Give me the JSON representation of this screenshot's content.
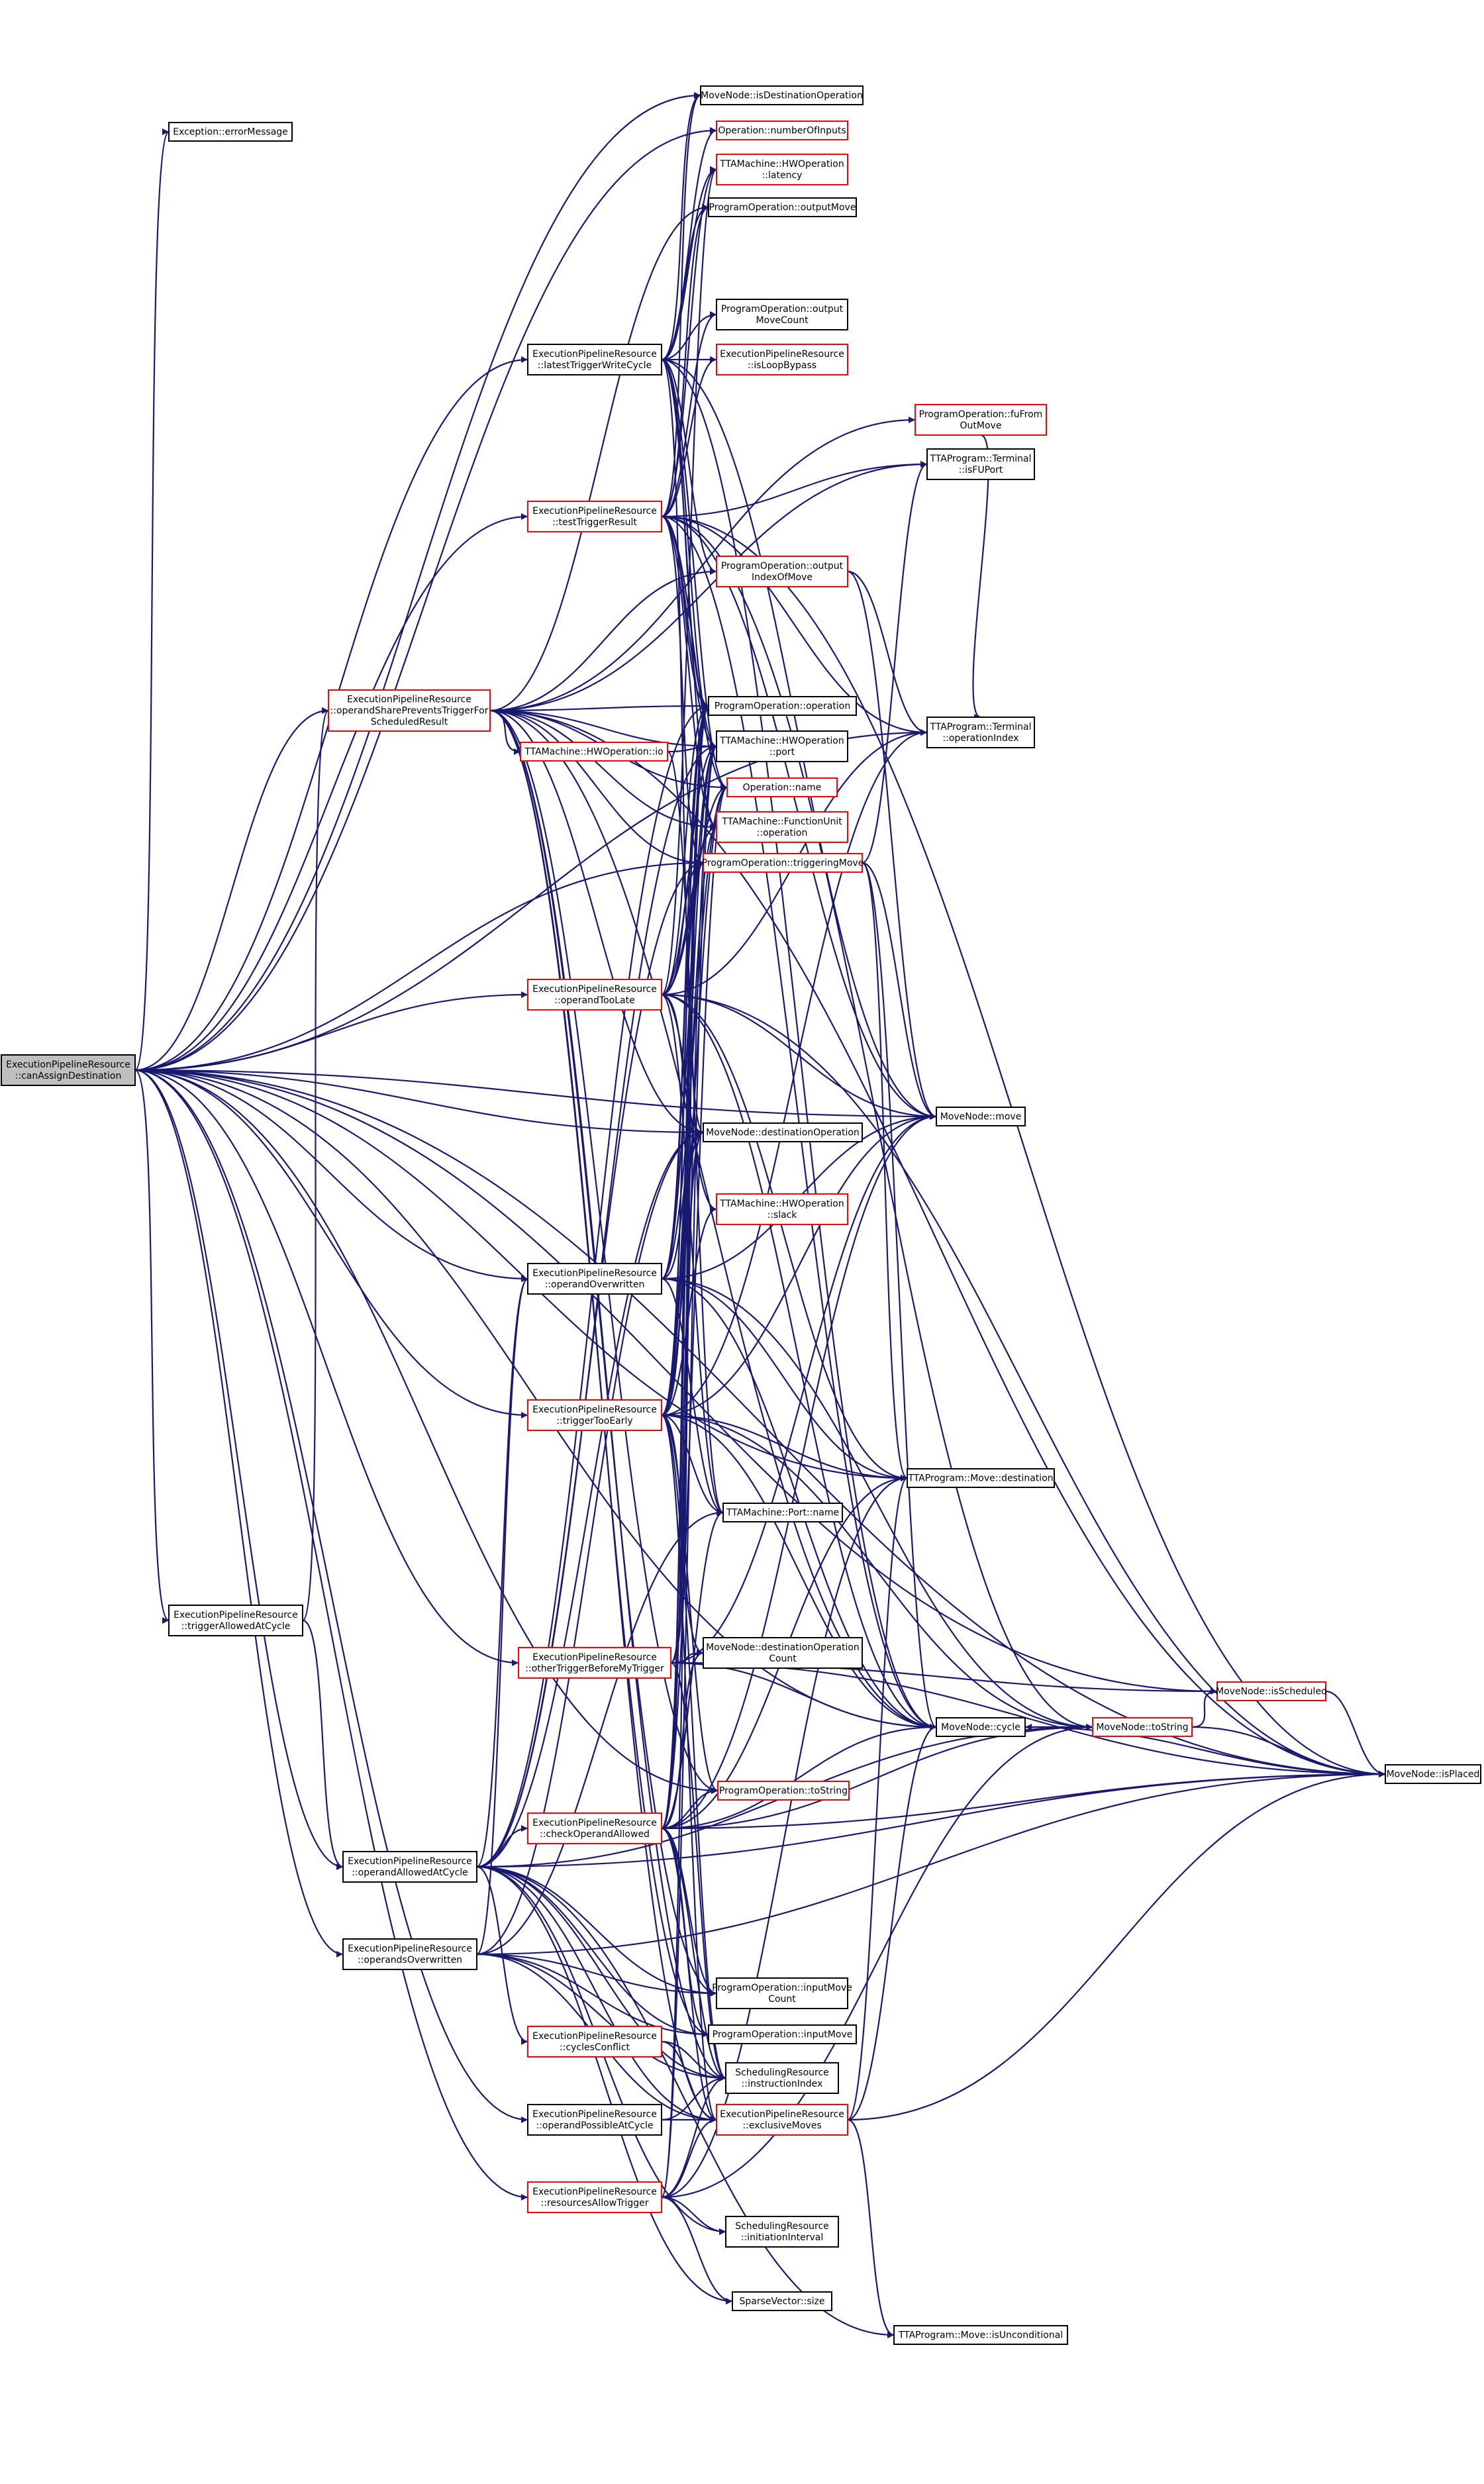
{
  "nodes": [
    {
      "id": "root",
      "color": "root",
      "lines": [
        "ExecutionPipelineResource",
        "::canAssignDestination"
      ]
    },
    {
      "id": "errorMessage",
      "color": "black",
      "lines": [
        "Exception::errorMessage"
      ]
    },
    {
      "id": "isDestinationOperation",
      "color": "black",
      "lines": [
        "MoveNode::isDestinationOperation"
      ]
    },
    {
      "id": "numberOfInputs",
      "color": "red",
      "lines": [
        "Operation::numberOfInputs"
      ]
    },
    {
      "id": "latency",
      "color": "red",
      "lines": [
        "TTAMachine::HWOperation",
        "::latency"
      ]
    },
    {
      "id": "outputMove",
      "color": "black",
      "lines": [
        "ProgramOperation::outputMove"
      ]
    },
    {
      "id": "outputMoveCount",
      "color": "black",
      "lines": [
        "ProgramOperation::output",
        "MoveCount"
      ]
    },
    {
      "id": "latestTriggerWriteCycle",
      "color": "black",
      "lines": [
        "ExecutionPipelineResource",
        "::latestTriggerWriteCycle"
      ]
    },
    {
      "id": "isLoopBypass",
      "color": "red",
      "lines": [
        "ExecutionPipelineResource",
        "::isLoopBypass"
      ]
    },
    {
      "id": "fuFromOutMove",
      "color": "red",
      "lines": [
        "ProgramOperation::fuFrom",
        "OutMove"
      ]
    },
    {
      "id": "isFUPort",
      "color": "black",
      "lines": [
        "TTAProgram::Terminal",
        "::isFUPort"
      ]
    },
    {
      "id": "testTriggerResult",
      "color": "red",
      "lines": [
        "ExecutionPipelineResource",
        "::testTriggerResult"
      ]
    },
    {
      "id": "outputIndexOfMove",
      "color": "red",
      "lines": [
        "ProgramOperation::output",
        "IndexOfMove"
      ]
    },
    {
      "id": "operation",
      "color": "black",
      "lines": [
        "ProgramOperation::operation"
      ]
    },
    {
      "id": "operationIndex",
      "color": "black",
      "lines": [
        "TTAProgram::Terminal",
        "::operationIndex"
      ]
    },
    {
      "id": "operandShares",
      "color": "red",
      "lines": [
        "ExecutionPipelineResource",
        "::operandSharePreventsTriggerFor",
        "ScheduledResult"
      ]
    },
    {
      "id": "hwio",
      "color": "red",
      "lines": [
        "TTAMachine::HWOperation::io"
      ]
    },
    {
      "id": "port",
      "color": "black",
      "lines": [
        "TTAMachine::HWOperation",
        "::port"
      ]
    },
    {
      "id": "opname",
      "color": "red",
      "lines": [
        "Operation::name"
      ]
    },
    {
      "id": "fuoperation",
      "color": "red",
      "lines": [
        "TTAMachine::FunctionUnit",
        "::operation"
      ]
    },
    {
      "id": "triggeringMove",
      "color": "red",
      "lines": [
        "ProgramOperation::triggeringMove"
      ]
    },
    {
      "id": "operandTooLate",
      "color": "red",
      "lines": [
        "ExecutionPipelineResource",
        "::operandTooLate"
      ]
    },
    {
      "id": "move",
      "color": "black",
      "lines": [
        "MoveNode::move"
      ]
    },
    {
      "id": "destinationOperation",
      "color": "black",
      "lines": [
        "MoveNode::destinationOperation"
      ]
    },
    {
      "id": "slack",
      "color": "red",
      "lines": [
        "TTAMachine::HWOperation",
        "::slack"
      ]
    },
    {
      "id": "operandOverwritten",
      "color": "black",
      "lines": [
        "ExecutionPipelineResource",
        "::operandOverwritten"
      ]
    },
    {
      "id": "triggerTooEarly",
      "color": "red",
      "lines": [
        "ExecutionPipelineResource",
        "::triggerTooEarly"
      ]
    },
    {
      "id": "destination",
      "color": "black",
      "lines": [
        "TTAProgram::Move::destination"
      ]
    },
    {
      "id": "portname",
      "color": "black",
      "lines": [
        "TTAMachine::Port::name"
      ]
    },
    {
      "id": "triggerAllowedAtCycle",
      "color": "black",
      "lines": [
        "ExecutionPipelineResource",
        "::triggerAllowedAtCycle"
      ]
    },
    {
      "id": "otherTriggerBeforeMyTrigger",
      "color": "red",
      "lines": [
        "ExecutionPipelineResource",
        "::otherTriggerBeforeMyTrigger"
      ]
    },
    {
      "id": "destinationOperationCount",
      "color": "black",
      "lines": [
        "MoveNode::destinationOperation",
        "Count"
      ]
    },
    {
      "id": "isScheduled",
      "color": "red",
      "lines": [
        "MoveNode::isScheduled"
      ]
    },
    {
      "id": "cycle",
      "color": "black",
      "lines": [
        "MoveNode::cycle"
      ]
    },
    {
      "id": "toStringMN",
      "color": "red",
      "lines": [
        "MoveNode::toString"
      ]
    },
    {
      "id": "isPlaced",
      "color": "black",
      "lines": [
        "MoveNode::isPlaced"
      ]
    },
    {
      "id": "toStringPO",
      "color": "red",
      "lines": [
        "ProgramOperation::toString"
      ]
    },
    {
      "id": "checkOperandAllowed",
      "color": "red",
      "lines": [
        "ExecutionPipelineResource",
        "::checkOperandAllowed"
      ]
    },
    {
      "id": "operandAllowedAtCycle",
      "color": "black",
      "lines": [
        "ExecutionPipelineResource",
        "::operandAllowedAtCycle"
      ]
    },
    {
      "id": "operandsOverwritten",
      "color": "black",
      "lines": [
        "ExecutionPipelineResource",
        "::operandsOverwritten"
      ]
    },
    {
      "id": "inputMoveCount",
      "color": "black",
      "lines": [
        "ProgramOperation::inputMove",
        "Count"
      ]
    },
    {
      "id": "inputMove",
      "color": "black",
      "lines": [
        "ProgramOperation::inputMove"
      ]
    },
    {
      "id": "cyclesConflict",
      "color": "red",
      "lines": [
        "ExecutionPipelineResource",
        "::cyclesConflict"
      ]
    },
    {
      "id": "instructionIndex",
      "color": "black",
      "lines": [
        "SchedulingResource",
        "::instructionIndex"
      ]
    },
    {
      "id": "operandPossibleAtCycle",
      "color": "black",
      "lines": [
        "ExecutionPipelineResource",
        "::operandPossibleAtCycle"
      ]
    },
    {
      "id": "exclusiveMoves",
      "color": "red",
      "lines": [
        "ExecutionPipelineResource",
        "::exclusiveMoves"
      ]
    },
    {
      "id": "resourcesAllowTrigger",
      "color": "red",
      "lines": [
        "ExecutionPipelineResource",
        "::resourcesAllowTrigger"
      ]
    },
    {
      "id": "initiationInterval",
      "color": "black",
      "lines": [
        "SchedulingResource",
        "::initiationInterval"
      ]
    },
    {
      "id": "size",
      "color": "black",
      "lines": [
        "SparseVector::size"
      ]
    },
    {
      "id": "isUnconditional",
      "color": "black",
      "lines": [
        "TTAProgram::Move::isUnconditional"
      ]
    }
  ],
  "edges": [
    [
      "root",
      "errorMessage"
    ],
    [
      "root",
      "isDestinationOperation"
    ],
    [
      "root",
      "numberOfInputs"
    ],
    [
      "root",
      "latestTriggerWriteCycle"
    ],
    [
      "root",
      "testTriggerResult"
    ],
    [
      "root",
      "operandShares"
    ],
    [
      "root",
      "operandTooLate"
    ],
    [
      "root",
      "move"
    ],
    [
      "root",
      "destinationOperation"
    ],
    [
      "root",
      "operandOverwritten"
    ],
    [
      "root",
      "triggerTooEarly"
    ],
    [
      "root",
      "destination"
    ],
    [
      "root",
      "triggerAllowedAtCycle"
    ],
    [
      "root",
      "otherTriggerBeforeMyTrigger"
    ],
    [
      "root",
      "cycle"
    ],
    [
      "root",
      "toStringPO"
    ],
    [
      "root",
      "operandAllowedAtCycle"
    ],
    [
      "root",
      "operandsOverwritten"
    ],
    [
      "root",
      "operandPossibleAtCycle"
    ],
    [
      "root",
      "resourcesAllowTrigger"
    ],
    [
      "root",
      "isPlaced"
    ],
    [
      "root",
      "isScheduled"
    ],
    [
      "root",
      "operationIndex"
    ],
    [
      "root",
      "triggeringMove"
    ],
    [
      "latestTriggerWriteCycle",
      "isDestinationOperation"
    ],
    [
      "latestTriggerWriteCycle",
      "numberOfInputs"
    ],
    [
      "latestTriggerWriteCycle",
      "latency"
    ],
    [
      "latestTriggerWriteCycle",
      "outputMove"
    ],
    [
      "latestTriggerWriteCycle",
      "outputMoveCount"
    ],
    [
      "latestTriggerWriteCycle",
      "isLoopBypass"
    ],
    [
      "latestTriggerWriteCycle",
      "outputIndexOfMove"
    ],
    [
      "latestTriggerWriteCycle",
      "operation"
    ],
    [
      "latestTriggerWriteCycle",
      "port"
    ],
    [
      "latestTriggerWriteCycle",
      "opname"
    ],
    [
      "latestTriggerWriteCycle",
      "fuoperation"
    ],
    [
      "latestTriggerWriteCycle",
      "move"
    ],
    [
      "latestTriggerWriteCycle",
      "destinationOperation"
    ],
    [
      "latestTriggerWriteCycle",
      "cycle"
    ],
    [
      "testTriggerResult",
      "isDestinationOperation"
    ],
    [
      "testTriggerResult",
      "latency"
    ],
    [
      "testTriggerResult",
      "outputMove"
    ],
    [
      "testTriggerResult",
      "outputMoveCount"
    ],
    [
      "testTriggerResult",
      "isLoopBypass"
    ],
    [
      "testTriggerResult",
      "isFUPort"
    ],
    [
      "testTriggerResult",
      "operationIndex"
    ],
    [
      "testTriggerResult",
      "operation"
    ],
    [
      "testTriggerResult",
      "port"
    ],
    [
      "testTriggerResult",
      "opname"
    ],
    [
      "testTriggerResult",
      "fuoperation"
    ],
    [
      "testTriggerResult",
      "triggeringMove"
    ],
    [
      "testTriggerResult",
      "toStringMN"
    ],
    [
      "testTriggerResult",
      "cycle"
    ],
    [
      "testTriggerResult",
      "isPlaced"
    ],
    [
      "testTriggerResult",
      "move"
    ],
    [
      "operandShares",
      "outputMove"
    ],
    [
      "operandShares",
      "fuFromOutMove"
    ],
    [
      "operandShares",
      "isFUPort"
    ],
    [
      "operandShares",
      "operation"
    ],
    [
      "operandShares",
      "hwio"
    ],
    [
      "operandShares",
      "port"
    ],
    [
      "operandShares",
      "opname"
    ],
    [
      "operandShares",
      "fuoperation"
    ],
    [
      "operandShares",
      "triggeringMove"
    ],
    [
      "operandShares",
      "destinationOperation"
    ],
    [
      "operandShares",
      "outputIndexOfMove"
    ],
    [
      "operandShares",
      "instructionIndex"
    ],
    [
      "operandShares",
      "exclusiveMoves"
    ],
    [
      "operandShares",
      "cycle"
    ],
    [
      "operandShares",
      "isPlaced"
    ],
    [
      "operandShares",
      "inputMove"
    ],
    [
      "operandShares",
      "inputMoveCount"
    ],
    [
      "operandShares",
      "toStringPO"
    ],
    [
      "hwio",
      "port"
    ],
    [
      "hwio",
      "portname"
    ],
    [
      "fuFromOutMove",
      "operationIndex"
    ],
    [
      "outputIndexOfMove",
      "operationIndex"
    ],
    [
      "outputIndexOfMove",
      "move"
    ],
    [
      "triggeringMove",
      "move"
    ],
    [
      "triggeringMove",
      "destination"
    ],
    [
      "triggeringMove",
      "isFUPort"
    ],
    [
      "triggeringMove",
      "cycle"
    ],
    [
      "operandTooLate",
      "operation"
    ],
    [
      "operandTooLate",
      "port"
    ],
    [
      "operandTooLate",
      "opname"
    ],
    [
      "operandTooLate",
      "fuoperation"
    ],
    [
      "operandTooLate",
      "triggeringMove"
    ],
    [
      "operandTooLate",
      "destinationOperation"
    ],
    [
      "operandTooLate",
      "slack"
    ],
    [
      "operandTooLate",
      "move"
    ],
    [
      "operandTooLate",
      "destination"
    ],
    [
      "operandTooLate",
      "portname"
    ],
    [
      "operandTooLate",
      "cycle"
    ],
    [
      "operandTooLate",
      "isPlaced"
    ],
    [
      "operandTooLate",
      "operationIndex"
    ],
    [
      "operandTooLate",
      "latency"
    ],
    [
      "operandOverwritten",
      "operation"
    ],
    [
      "operandOverwritten",
      "port"
    ],
    [
      "operandOverwritten",
      "opname"
    ],
    [
      "operandOverwritten",
      "triggeringMove"
    ],
    [
      "operandOverwritten",
      "destinationOperation"
    ],
    [
      "operandOverwritten",
      "move"
    ],
    [
      "operandOverwritten",
      "destination"
    ],
    [
      "operandOverwritten",
      "portname"
    ],
    [
      "operandOverwritten",
      "cycle"
    ],
    [
      "operandOverwritten",
      "toStringMN"
    ],
    [
      "triggerTooEarly",
      "operation"
    ],
    [
      "triggerTooEarly",
      "port"
    ],
    [
      "triggerTooEarly",
      "opname"
    ],
    [
      "triggerTooEarly",
      "fuoperation"
    ],
    [
      "triggerTooEarly",
      "triggeringMove"
    ],
    [
      "triggerTooEarly",
      "destinationOperation"
    ],
    [
      "triggerTooEarly",
      "slack"
    ],
    [
      "triggerTooEarly",
      "move"
    ],
    [
      "triggerTooEarly",
      "destination"
    ],
    [
      "triggerTooEarly",
      "portname"
    ],
    [
      "triggerTooEarly",
      "cycle"
    ],
    [
      "triggerTooEarly",
      "toStringMN"
    ],
    [
      "triggerTooEarly",
      "destinationOperationCount"
    ],
    [
      "triggerTooEarly",
      "operationIndex"
    ],
    [
      "triggerTooEarly",
      "instructionIndex"
    ],
    [
      "triggerTooEarly",
      "exclusiveMoves"
    ],
    [
      "triggerTooEarly",
      "toStringPO"
    ],
    [
      "triggerAllowedAtCycle",
      "operandAllowedAtCycle"
    ],
    [
      "triggerAllowedAtCycle",
      "operandShares"
    ],
    [
      "otherTriggerBeforeMyTrigger",
      "destinationOperation"
    ],
    [
      "otherTriggerBeforeMyTrigger",
      "destinationOperationCount"
    ],
    [
      "otherTriggerBeforeMyTrigger",
      "isScheduled"
    ],
    [
      "otherTriggerBeforeMyTrigger",
      "cycle"
    ],
    [
      "otherTriggerBeforeMyTrigger",
      "move"
    ],
    [
      "otherTriggerBeforeMyTrigger",
      "triggeringMove"
    ],
    [
      "otherTriggerBeforeMyTrigger",
      "isPlaced"
    ],
    [
      "otherTriggerBeforeMyTrigger",
      "instructionIndex"
    ],
    [
      "otherTriggerBeforeMyTrigger",
      "operation"
    ],
    [
      "cycle",
      "toStringMN"
    ],
    [
      "toStringMN",
      "cycle"
    ],
    [
      "toStringMN",
      "isScheduled"
    ],
    [
      "toStringMN",
      "isPlaced"
    ],
    [
      "cycle",
      "isPlaced"
    ],
    [
      "isScheduled",
      "isPlaced"
    ],
    [
      "checkOperandAllowed",
      "destinationOperation"
    ],
    [
      "checkOperandAllowed",
      "destinationOperationCount"
    ],
    [
      "checkOperandAllowed",
      "toStringPO"
    ],
    [
      "checkOperandAllowed",
      "cycle"
    ],
    [
      "checkOperandAllowed",
      "toStringMN"
    ],
    [
      "checkOperandAllowed",
      "isPlaced"
    ],
    [
      "checkOperandAllowed",
      "inputMoveCount"
    ],
    [
      "checkOperandAllowed",
      "inputMove"
    ],
    [
      "checkOperandAllowed",
      "instructionIndex"
    ],
    [
      "checkOperandAllowed",
      "exclusiveMoves"
    ],
    [
      "checkOperandAllowed",
      "triggeringMove"
    ],
    [
      "checkOperandAllowed",
      "move"
    ],
    [
      "checkOperandAllowed",
      "port"
    ],
    [
      "checkOperandAllowed",
      "opname"
    ],
    [
      "checkOperandAllowed",
      "operation"
    ],
    [
      "checkOperandAllowed",
      "portname"
    ],
    [
      "checkOperandAllowed",
      "destination"
    ],
    [
      "operandAllowedAtCycle",
      "checkOperandAllowed"
    ],
    [
      "operandAllowedAtCycle",
      "operandOverwritten"
    ],
    [
      "operandAllowedAtCycle",
      "destinationOperation"
    ],
    [
      "operandAllowedAtCycle",
      "cyclesConflict"
    ],
    [
      "operandAllowedAtCycle",
      "inputMoveCount"
    ],
    [
      "operandAllowedAtCycle",
      "inputMove"
    ],
    [
      "operandAllowedAtCycle",
      "instructionIndex"
    ],
    [
      "operandAllowedAtCycle",
      "exclusiveMoves"
    ],
    [
      "operandAllowedAtCycle",
      "isPlaced"
    ],
    [
      "operandAllowedAtCycle",
      "operation"
    ],
    [
      "operandAllowedAtCycle",
      "initiationInterval"
    ],
    [
      "operandAllowedAtCycle",
      "size"
    ],
    [
      "operandAllowedAtCycle",
      "isUnconditional"
    ],
    [
      "operandAllowedAtCycle",
      "toStringMN"
    ],
    [
      "operandAllowedAtCycle",
      "port"
    ],
    [
      "operandAllowedAtCycle",
      "triggeringMove"
    ],
    [
      "operandsOverwritten",
      "inputMoveCount"
    ],
    [
      "operandsOverwritten",
      "inputMove"
    ],
    [
      "operandsOverwritten",
      "instructionIndex"
    ],
    [
      "operandsOverwritten",
      "exclusiveMoves"
    ],
    [
      "operandsOverwritten",
      "isPlaced"
    ],
    [
      "operandsOverwritten",
      "portname"
    ],
    [
      "operandsOverwritten",
      "destinationOperation"
    ],
    [
      "operandsOverwritten",
      "operandOverwritten"
    ],
    [
      "cyclesConflict",
      "instructionIndex"
    ],
    [
      "cyclesConflict",
      "exclusiveMoves"
    ],
    [
      "operandPossibleAtCycle",
      "instructionIndex"
    ],
    [
      "operandPossibleAtCycle",
      "exclusiveMoves"
    ],
    [
      "exclusiveMoves",
      "cycle"
    ],
    [
      "exclusiveMoves",
      "isPlaced"
    ],
    [
      "exclusiveMoves",
      "isUnconditional"
    ],
    [
      "exclusiveMoves",
      "destination"
    ],
    [
      "resourcesAllowTrigger",
      "initiationInterval"
    ],
    [
      "resourcesAllowTrigger",
      "size"
    ],
    [
      "resourcesAllowTrigger",
      "exclusiveMoves"
    ],
    [
      "resourcesAllowTrigger",
      "instructionIndex"
    ],
    [
      "resourcesAllowTrigger",
      "operation"
    ],
    [
      "resourcesAllowTrigger",
      "destination"
    ],
    [
      "resourcesAllowTrigger",
      "toStringMN"
    ],
    [
      "resourcesAllowTrigger",
      "port"
    ]
  ]
}
